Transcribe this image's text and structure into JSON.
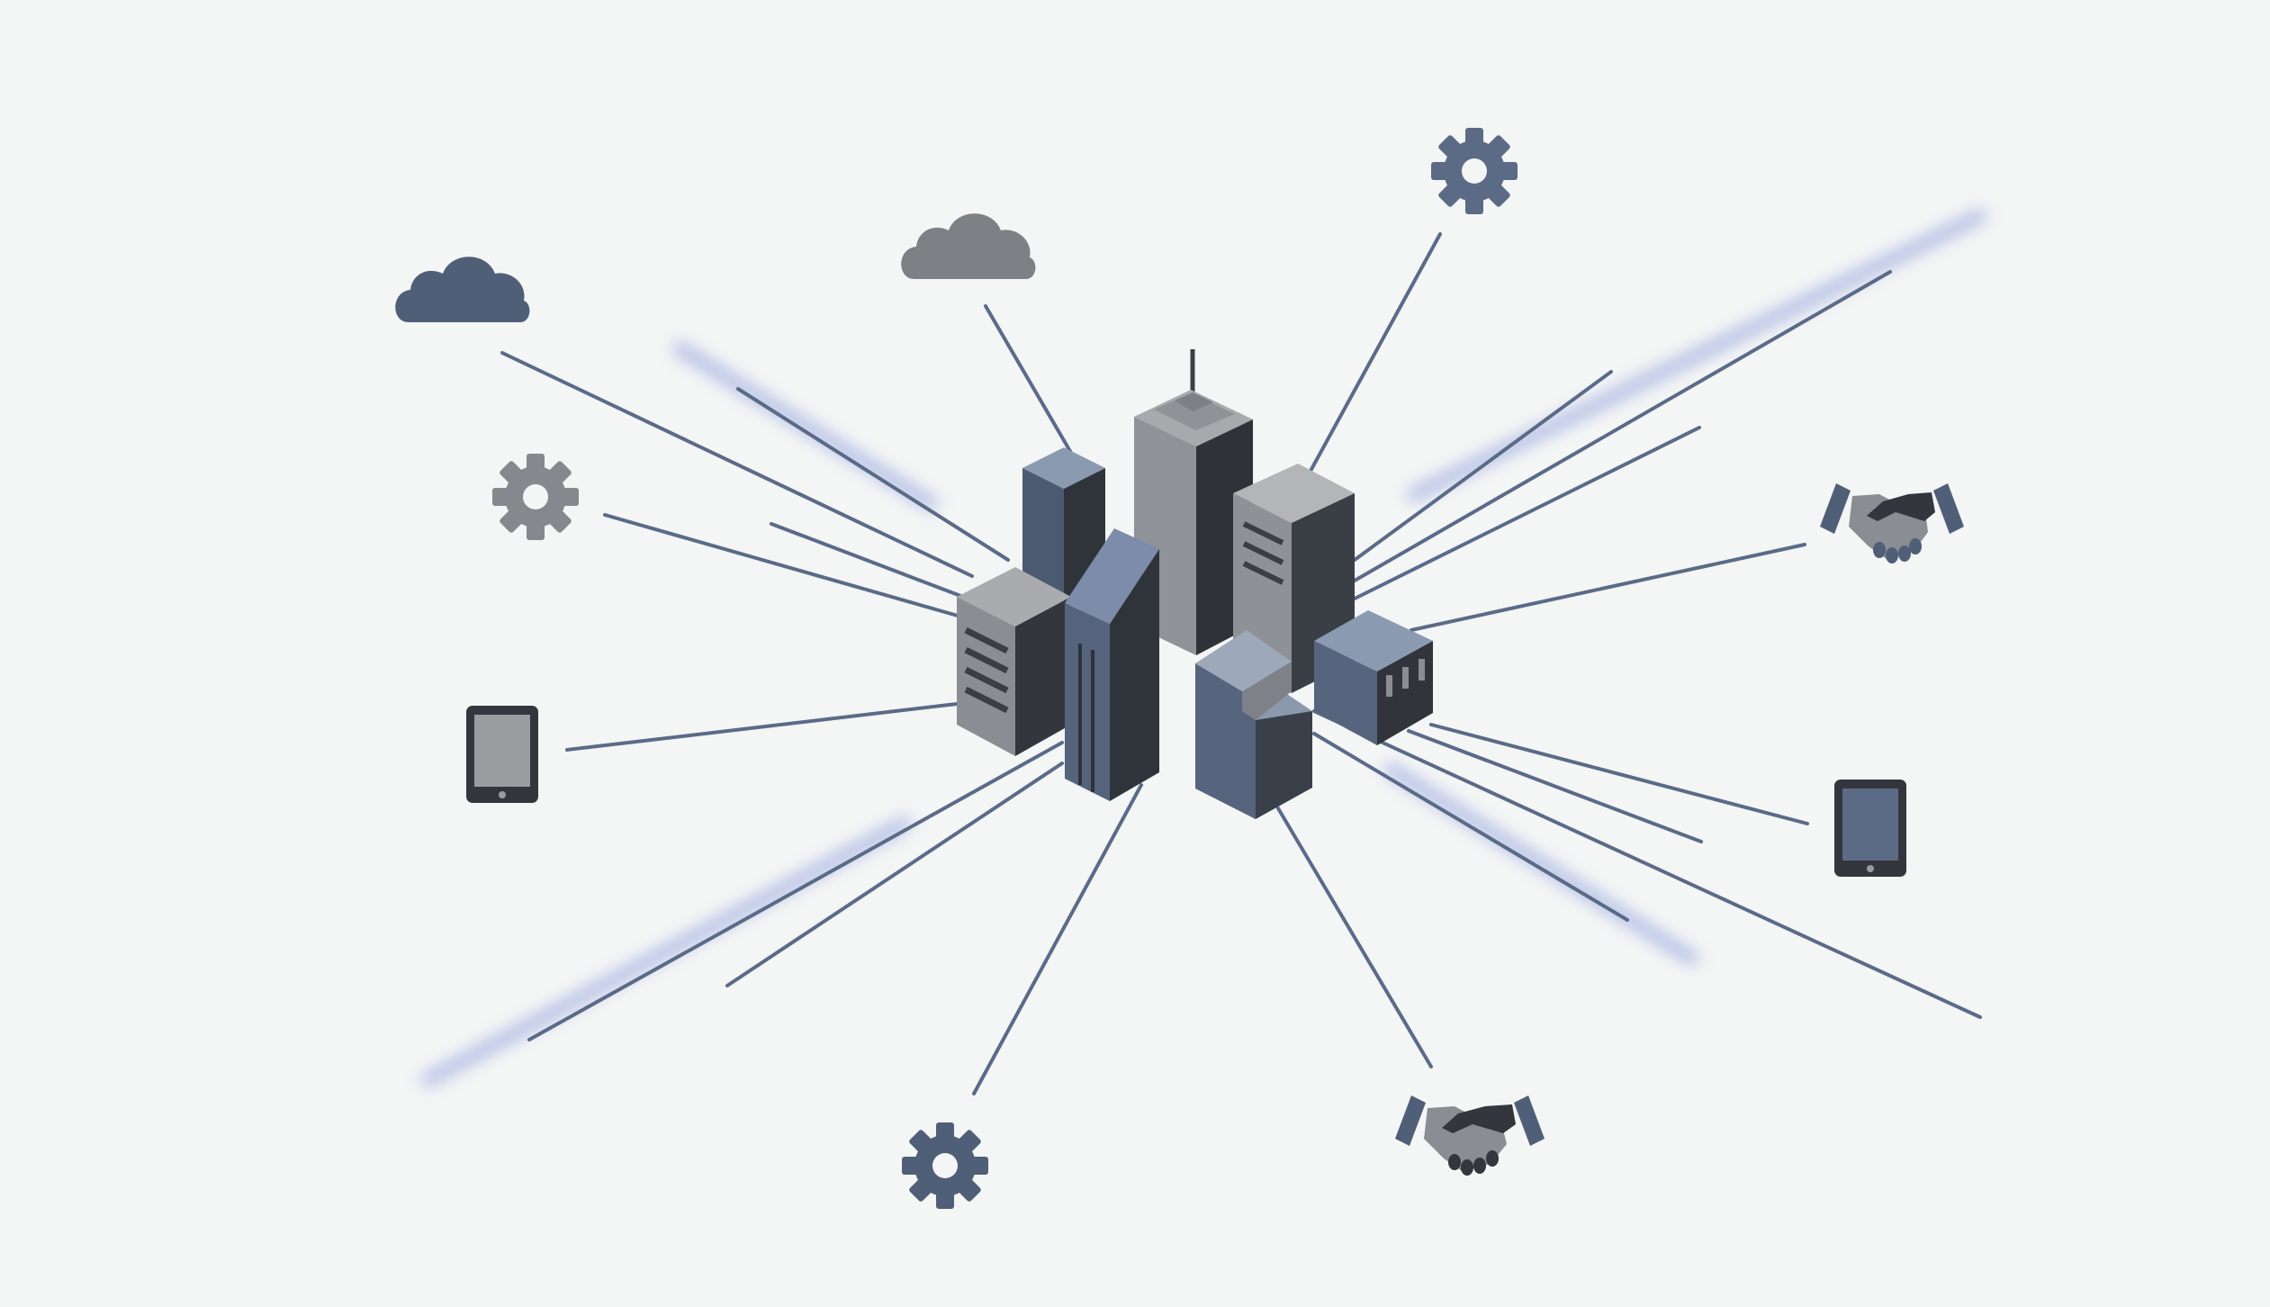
{
  "colors": {
    "background": "#f4f5f5",
    "line": "#5a6b88",
    "glow": "#6f86d6",
    "slate_dark": "#505f78",
    "slate_mid": "#5c6b85",
    "gray_light": "#9a9ca0",
    "gray_mid": "#7d8085",
    "gray_dark": "#3d4046",
    "charcoal": "#33373d"
  },
  "center": {
    "type": "building-cluster-icon",
    "buildings": [
      "left-slate-tower",
      "tall-antenna-tower",
      "right-gray-tower",
      "left-gray-block",
      "front-slate-tower",
      "front-small-block",
      "right-small-slate-block"
    ]
  },
  "icons": [
    {
      "name": "cloud-icon",
      "tone": "slate"
    },
    {
      "name": "cloud-icon",
      "tone": "gray"
    },
    {
      "name": "gear-icon",
      "tone": "slate"
    },
    {
      "name": "gear-icon",
      "tone": "gray"
    },
    {
      "name": "gear-icon",
      "tone": "slate"
    },
    {
      "name": "tablet-icon",
      "tone": "gray"
    },
    {
      "name": "tablet-icon",
      "tone": "slate"
    },
    {
      "name": "handshake-icon",
      "tone": "slate"
    },
    {
      "name": "handshake-icon",
      "tone": "slate"
    }
  ],
  "connector_count": 19
}
